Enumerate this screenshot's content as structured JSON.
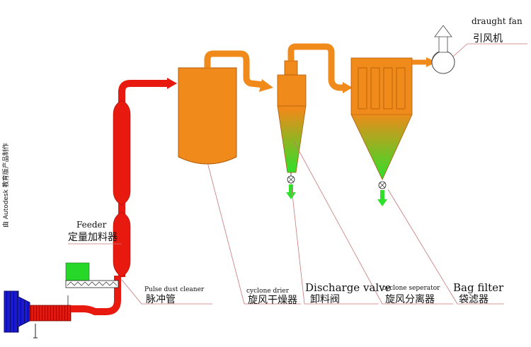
{
  "watermark": "由 Autodesk 教育版产品制作",
  "labels": {
    "feeder_en": "Feeder",
    "feeder_zh": "定量加料器",
    "pulse_en": "Pulse dust cleaner",
    "pulse_zh": "脉冲管",
    "dryer_en": "cyclone drier",
    "dryer_zh": "旋风干燥器",
    "valve_en": "Discharge valve",
    "valve_zh": "卸料阀",
    "separator_en": "cyclone seperator",
    "separator_zh": "旋风分离器",
    "bag_en": "Bag filter",
    "bag_zh": "袋滤器",
    "fan_en": "draught fan",
    "fan_zh": "引风机"
  },
  "colors": {
    "heater": "#1a1ad0",
    "pipe_red": "#e81a10",
    "orange": "#f08a1a",
    "green": "#2ee02a",
    "feeder_green": "#28d828",
    "leader": "#c87878"
  }
}
